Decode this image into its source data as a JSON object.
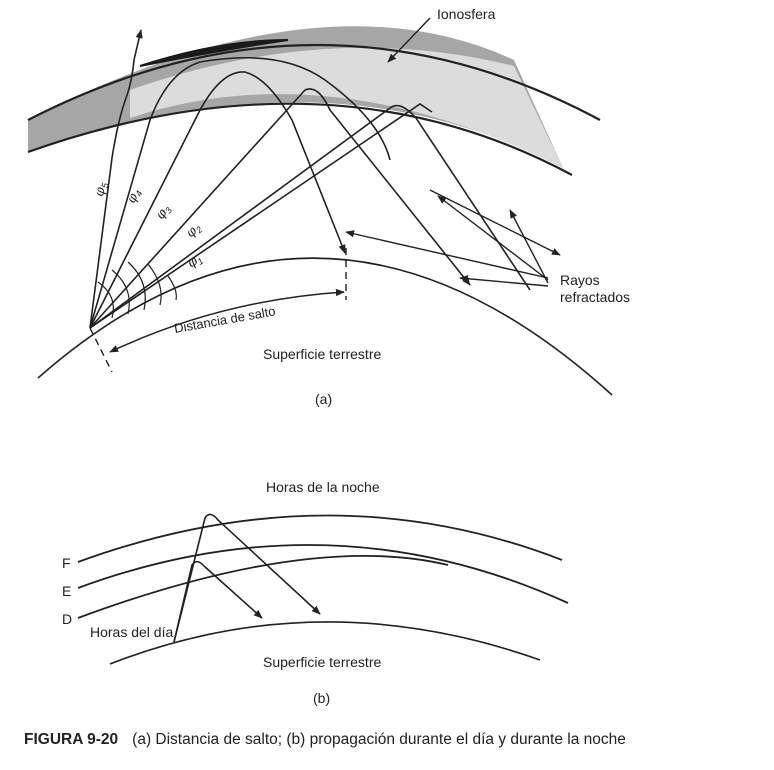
{
  "panel_a": {
    "ionosphere_label": "Ionosfera",
    "rays_label_line1": "Rayos",
    "rays_label_line2": "refractados",
    "skip_distance_label": "Distancia de salto",
    "earth_surface_label": "Superficie terrestre",
    "panel_label": "(a)",
    "angles": [
      {
        "symbol": "φ",
        "sub": "5"
      },
      {
        "symbol": "φ",
        "sub": "4"
      },
      {
        "symbol": "φ",
        "sub": "3"
      },
      {
        "symbol": "φ",
        "sub": "2"
      },
      {
        "symbol": "φ",
        "sub": "1"
      }
    ]
  },
  "panel_b": {
    "night_label": "Horas de la noche",
    "day_label": "Horas del día",
    "earth_surface_label": "Superficie terrestre",
    "panel_label": "(b)",
    "layers": {
      "f": "F",
      "e": "E",
      "d": "D"
    }
  },
  "caption": {
    "figure_number": "FIGURA 9-20",
    "text": "(a) Distancia de salto; (b) propagación durante el día y durante la noche"
  },
  "colors": {
    "ionosphere_dark_gray": "#a6a6a6",
    "ionosphere_light_gray": "#dcdcdc",
    "ionosphere_black_band": "#1a1a1a",
    "line": "#222222"
  }
}
